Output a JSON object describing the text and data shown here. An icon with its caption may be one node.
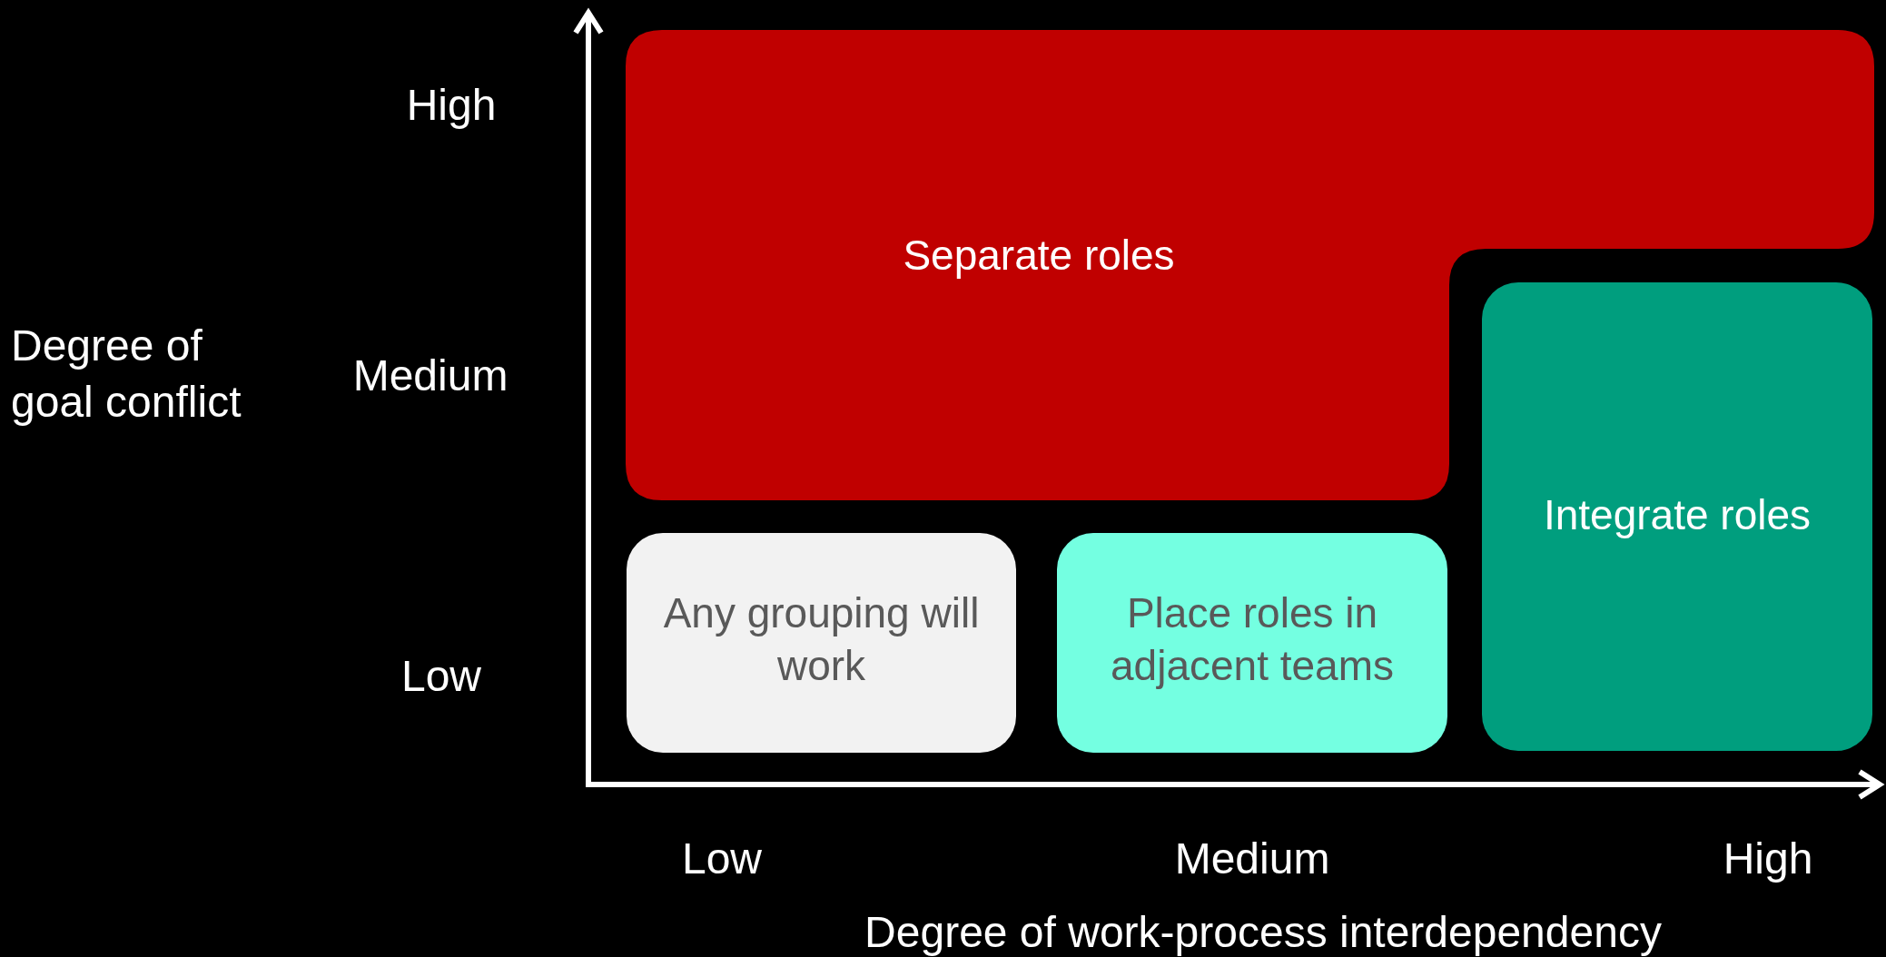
{
  "diagram": {
    "nodes": [
      {
        "text": [
          "Separate roles"
        ]
      },
      {
        "text": [
          "Integrate roles"
        ]
      },
      {
        "text": [
          "Any grouping will work"
        ]
      },
      {
        "text": [
          "Place roles in adjacent teams"
        ]
      }
    ],
    "labels": [
      "High",
      "Degree of goal conflict",
      "Medium",
      "Low",
      "Low",
      "Medium",
      "High",
      "Degree of work-process interdependency"
    ]
  }
}
